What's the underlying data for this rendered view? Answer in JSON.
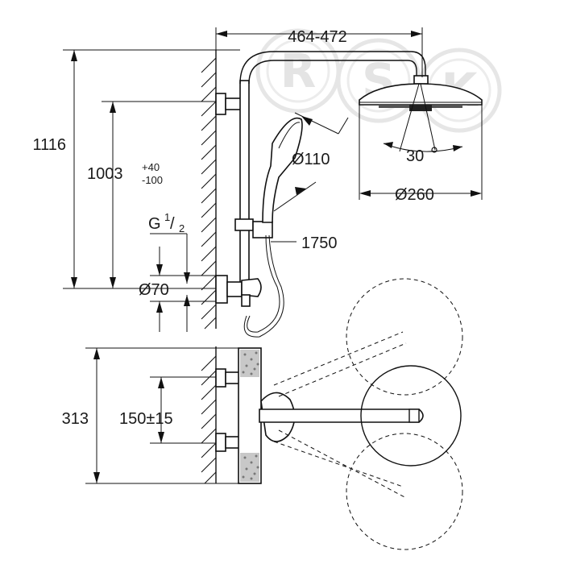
{
  "watermark": {
    "letters": [
      "R",
      "S",
      "K"
    ]
  },
  "dimensions": {
    "projection": "464-472",
    "total_height": "1116",
    "rail_height": "1003",
    "rail_tol_plus": "+40",
    "rail_tol_minus": "-100",
    "thread_g": "G",
    "thread_num": "1",
    "thread_den": "2",
    "escutcheon_dia": "Ø70",
    "hand_shower_dia": "Ø110",
    "head_tilt": "30",
    "head_shower_dia": "Ø260",
    "hose_length": "1750",
    "mixer_height": "313",
    "centre_distance": "150±15"
  }
}
